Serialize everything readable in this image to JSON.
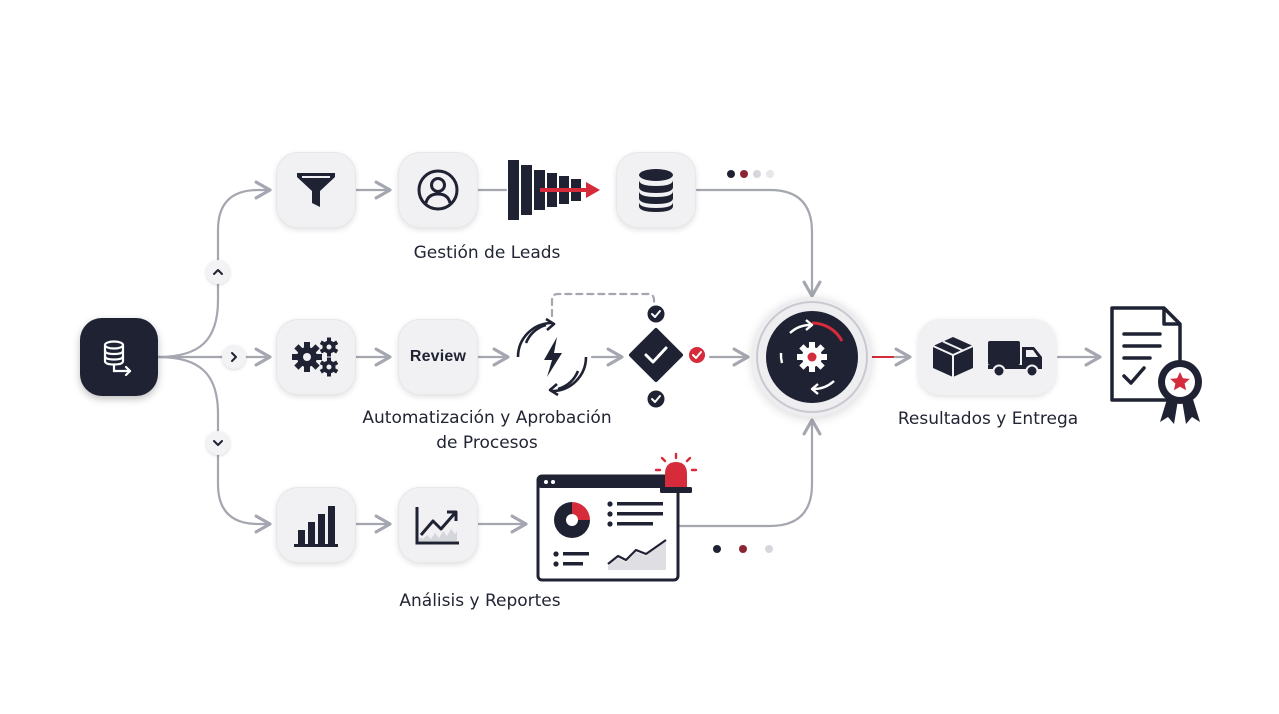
{
  "sections": {
    "leads": {
      "label": "Gestión de Leads"
    },
    "automation": {
      "label_line1": "Automatización y Aprobación",
      "label_line2": "de Procesos",
      "review_label": "Review"
    },
    "analysis": {
      "label": "Análisis y Reportes"
    },
    "results": {
      "label": "Resultados y Entrega"
    }
  },
  "icons": {
    "source": "database-flow-icon",
    "top": [
      "funnel-icon",
      "user-icon",
      "pipeline-arrow-icon",
      "database-icon"
    ],
    "middle": [
      "gears-icon",
      "review",
      "lightning-refresh-icon",
      "checkmark-diamond-icon"
    ],
    "bottom": [
      "bar-chart-icon",
      "trend-chart-icon",
      "dashboard-icon",
      "alarm-icon"
    ],
    "hub": "gear-cycle-icon",
    "delivery": [
      "package-icon",
      "truck-icon"
    ],
    "final": "certificate-award-icon"
  },
  "colors": {
    "primary": "#1f2233",
    "accent": "#d52b3a",
    "connector": "#a5a7b0",
    "node_bg": "#f1f1f3"
  }
}
